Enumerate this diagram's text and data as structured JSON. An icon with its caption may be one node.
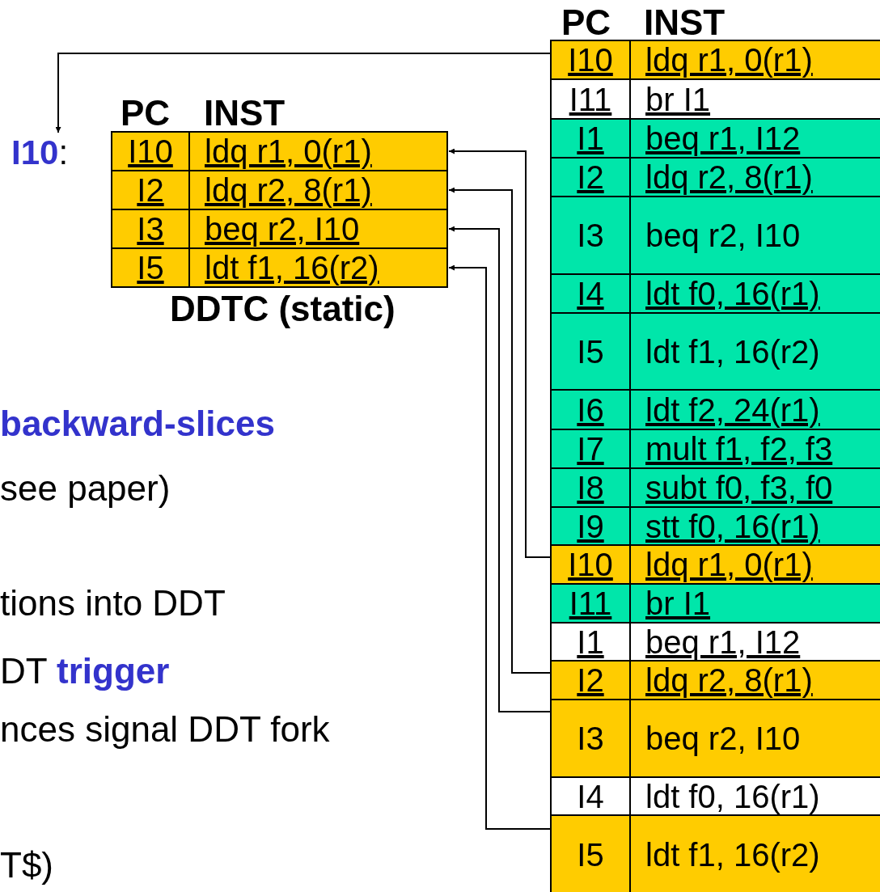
{
  "diagram": {
    "nodes": [
      {
        "text": [
          "**I10**:"
        ]
      },
      {
        "text": [
          "I10",
          "ldq r1, 0(r1)"
        ]
      },
      {
        "text": [
          "I2",
          "ldq r2, 8(r1)"
        ]
      },
      {
        "text": [
          "I3",
          "beq r2, I10"
        ]
      },
      {
        "text": [
          "I5",
          "ldt f1, 16(r2)"
        ]
      },
      {
        "text": [
          "I10",
          "ldq r1, 0(r1)"
        ]
      },
      {
        "text": [
          "I11",
          "br I1"
        ]
      },
      {
        "text": [
          "I1",
          "beq r1, I12"
        ]
      },
      {
        "text": [
          "I2",
          "ldq r2, 8(r1)"
        ]
      },
      {
        "text": [
          "I3",
          "beq r2, I10"
        ]
      },
      {
        "text": [
          "I4",
          "ldt f0, 16(r1)"
        ]
      },
      {
        "text": [
          "I5",
          "ldt f1, 16(r2)"
        ]
      },
      {
        "text": [
          "I6",
          "ldt f2, 24(r1)"
        ]
      },
      {
        "text": [
          "I7",
          "mult f1, f2, f3"
        ]
      },
      {
        "text": [
          "I8",
          "subt f0, f3, f0"
        ]
      },
      {
        "text": [
          "I9",
          "stt f0, 16(r1)"
        ]
      },
      {
        "text": [
          "I10",
          "ldq r1, 0(r1)"
        ]
      },
      {
        "text": [
          "I11",
          "br I1"
        ]
      },
      {
        "text": [
          "I1",
          "beq r1, I12"
        ]
      },
      {
        "text": [
          "I2",
          "ldq r2, 8(r1)"
        ]
      },
      {
        "text": [
          "I3",
          "beq r2, I10"
        ]
      },
      {
        "text": [
          "I4",
          "ldt f0, 16(r1)"
        ]
      },
      {
        "text": [
          "I5",
          "ldt f1, 16(r2)"
        ]
      }
    ],
    "edges": [
      {
        "from": 5,
        "to": 0,
        "arrow": "to"
      },
      {
        "from": 16,
        "to": 1,
        "arrow": "to"
      },
      {
        "from": 19,
        "to": 2,
        "arrow": "to"
      },
      {
        "from": 20,
        "to": 3,
        "arrow": "to"
      },
      {
        "from": 22,
        "to": 4,
        "arrow": "to"
      }
    ],
    "labels": [
      "PC",
      "INST",
      "PC",
      "INST",
      "DDTC (static)",
      "backward-slices",
      "see paper)",
      "tions into DDT",
      "DT **trigger**",
      "nces signal DDT fork",
      "T$)"
    ]
  }
}
